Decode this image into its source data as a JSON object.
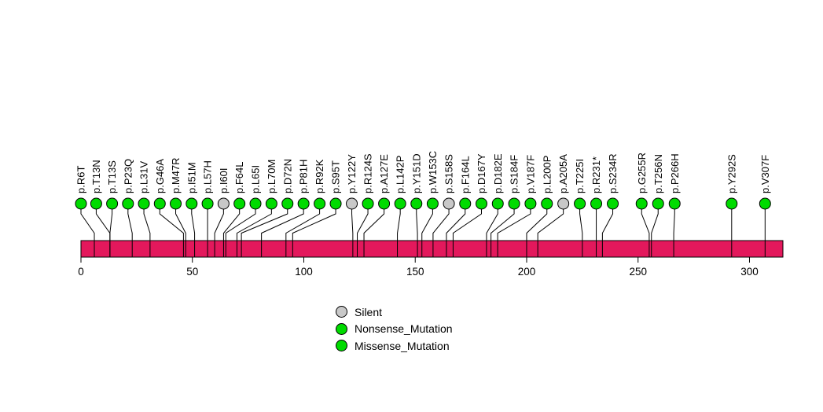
{
  "chart_data": {
    "type": "lollipop",
    "description": "Protein mutation lollipop plot",
    "protein_length": 315,
    "axis": {
      "min": 0,
      "max": 315,
      "ticks": [
        0,
        50,
        100,
        150,
        200,
        250,
        300
      ]
    },
    "colors": {
      "Silent": "#c8c8c8",
      "Nonsense_Mutation": "#00db00",
      "Missense_Mutation": "#00db00",
      "bar": "#e3185c",
      "line": "#000000",
      "background": "#ffffff"
    },
    "legend": [
      {
        "label": "Silent",
        "type": "Silent"
      },
      {
        "label": "Nonsense_Mutation",
        "type": "Nonsense_Mutation"
      },
      {
        "label": "Missense_Mutation",
        "type": "Missense_Mutation"
      }
    ],
    "mutations": [
      {
        "label": "p.R6T",
        "pos": 6,
        "type": "Missense_Mutation"
      },
      {
        "label": "p.T13N",
        "pos": 13,
        "type": "Missense_Mutation"
      },
      {
        "label": "p.T13S",
        "pos": 13,
        "type": "Missense_Mutation"
      },
      {
        "label": "p.P23Q",
        "pos": 23,
        "type": "Missense_Mutation"
      },
      {
        "label": "p.L31V",
        "pos": 31,
        "type": "Missense_Mutation"
      },
      {
        "label": "p.G46A",
        "pos": 46,
        "type": "Missense_Mutation"
      },
      {
        "label": "p.M47R",
        "pos": 47,
        "type": "Missense_Mutation"
      },
      {
        "label": "p.I51M",
        "pos": 51,
        "type": "Missense_Mutation"
      },
      {
        "label": "p.L57H",
        "pos": 57,
        "type": "Missense_Mutation"
      },
      {
        "label": "p.I60I",
        "pos": 60,
        "type": "Silent"
      },
      {
        "label": "p.F64L",
        "pos": 64,
        "type": "Missense_Mutation"
      },
      {
        "label": "p.L65I",
        "pos": 65,
        "type": "Missense_Mutation"
      },
      {
        "label": "p.L70M",
        "pos": 70,
        "type": "Missense_Mutation"
      },
      {
        "label": "p.D72N",
        "pos": 72,
        "type": "Missense_Mutation"
      },
      {
        "label": "p.P81H",
        "pos": 81,
        "type": "Missense_Mutation"
      },
      {
        "label": "p.R92K",
        "pos": 92,
        "type": "Missense_Mutation"
      },
      {
        "label": "p.S95T",
        "pos": 95,
        "type": "Missense_Mutation"
      },
      {
        "label": "p.Y122Y",
        "pos": 122,
        "type": "Silent"
      },
      {
        "label": "p.R124S",
        "pos": 124,
        "type": "Missense_Mutation"
      },
      {
        "label": "p.A127E",
        "pos": 127,
        "type": "Missense_Mutation"
      },
      {
        "label": "p.L142P",
        "pos": 142,
        "type": "Missense_Mutation"
      },
      {
        "label": "p.Y151D",
        "pos": 151,
        "type": "Missense_Mutation"
      },
      {
        "label": "p.W153C",
        "pos": 153,
        "type": "Missense_Mutation"
      },
      {
        "label": "p.S158S",
        "pos": 158,
        "type": "Silent"
      },
      {
        "label": "p.F164L",
        "pos": 164,
        "type": "Missense_Mutation"
      },
      {
        "label": "p.D167Y",
        "pos": 167,
        "type": "Missense_Mutation"
      },
      {
        "label": "p.D182E",
        "pos": 182,
        "type": "Missense_Mutation"
      },
      {
        "label": "p.S184F",
        "pos": 184,
        "type": "Missense_Mutation"
      },
      {
        "label": "p.V187F",
        "pos": 187,
        "type": "Missense_Mutation"
      },
      {
        "label": "p.L200P",
        "pos": 200,
        "type": "Missense_Mutation"
      },
      {
        "label": "p.A205A",
        "pos": 205,
        "type": "Silent"
      },
      {
        "label": "p.T225I",
        "pos": 225,
        "type": "Missense_Mutation"
      },
      {
        "label": "p.R231*",
        "pos": 231,
        "type": "Nonsense_Mutation"
      },
      {
        "label": "p.S234R",
        "pos": 234,
        "type": "Missense_Mutation"
      },
      {
        "label": "p.G255R",
        "pos": 255,
        "type": "Missense_Mutation"
      },
      {
        "label": "p.T256N",
        "pos": 256,
        "type": "Missense_Mutation"
      },
      {
        "label": "p.P266H",
        "pos": 266,
        "type": "Missense_Mutation"
      },
      {
        "label": "p.Y292S",
        "pos": 292,
        "type": "Missense_Mutation"
      },
      {
        "label": "p.V307F",
        "pos": 307,
        "type": "Missense_Mutation"
      }
    ]
  }
}
